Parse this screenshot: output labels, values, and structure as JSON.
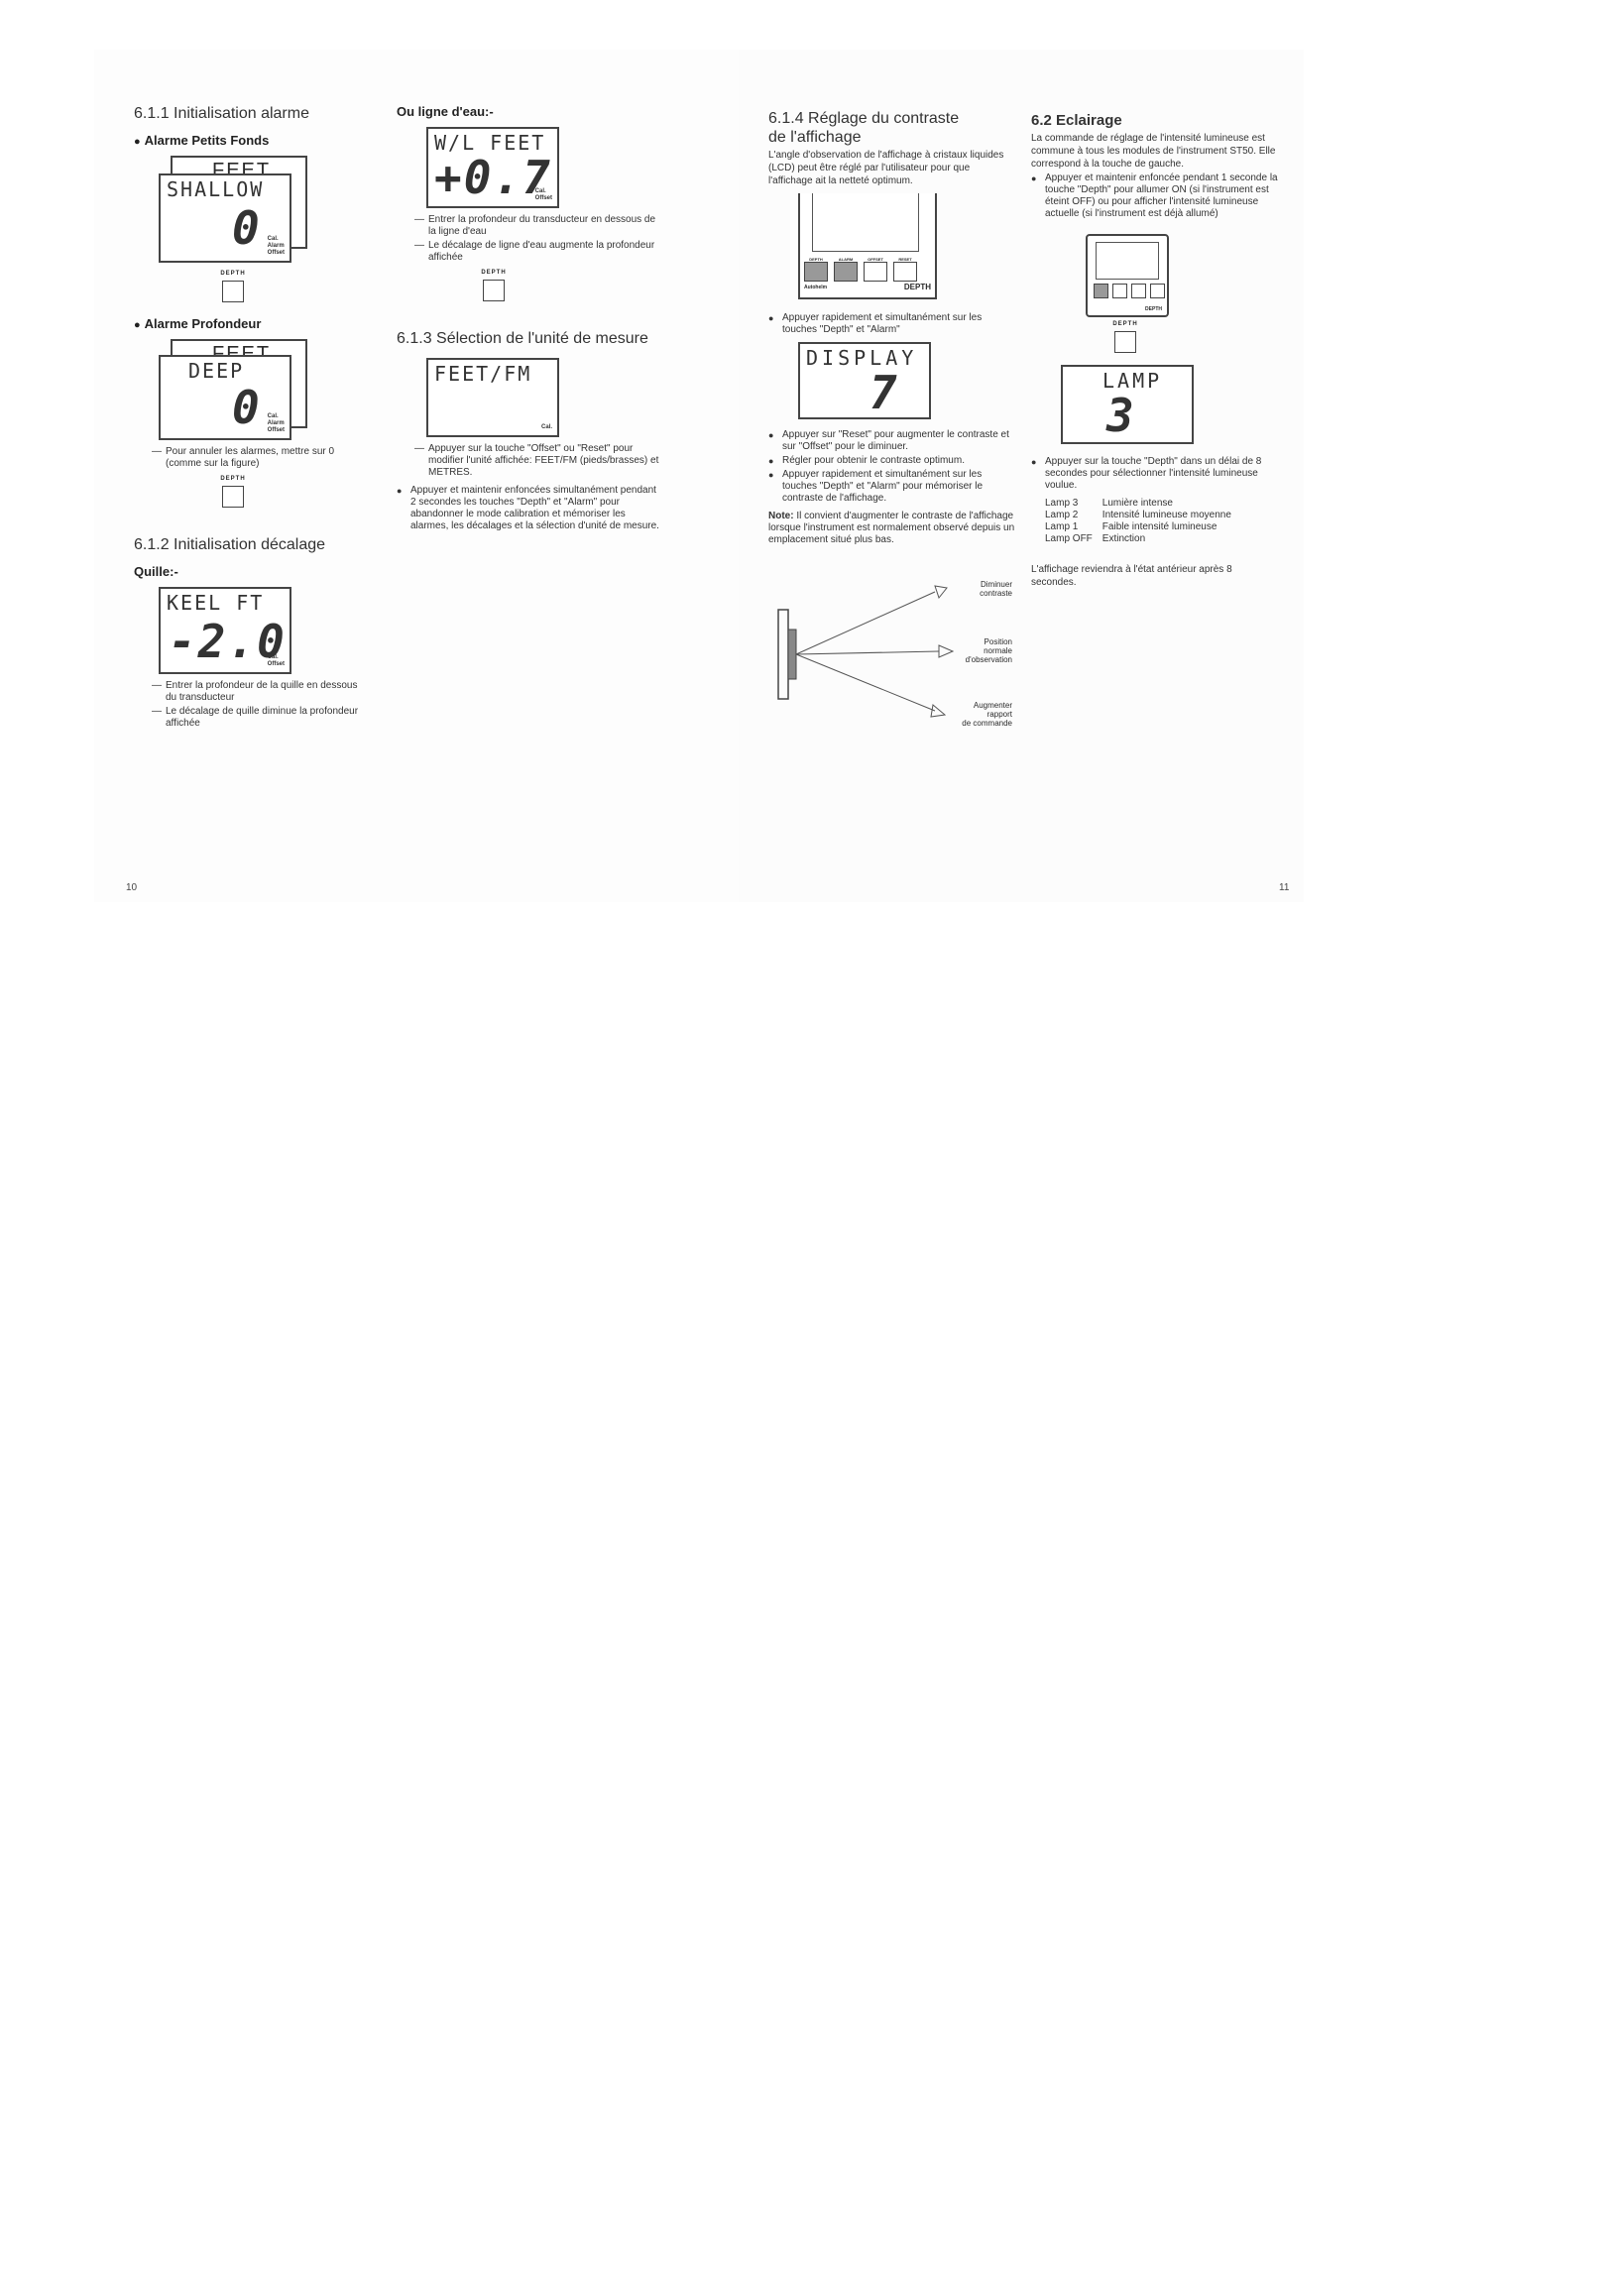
{
  "left_page": {
    "page_number": "10",
    "s611": {
      "title": "6.1.1  Initialisation alarme",
      "shallow_heading": "Alarme Petits Fonds",
      "lcd_shallow": {
        "back": "FEET",
        "top": "SHALLOW",
        "big": "0",
        "small": [
          "Cal.",
          "Alarm",
          "Offset"
        ]
      },
      "key_label": "DEPTH",
      "deep_heading": "Alarme Profondeur",
      "lcd_deep": {
        "back": "FEET",
        "top": "DEEP",
        "big": "0",
        "small": [
          "Cal.",
          "Alarm",
          "Offset"
        ]
      },
      "note": "Pour annuler les alarmes, mettre sur 0 (comme sur la figure)",
      "key_label_2": "DEPTH"
    },
    "s612": {
      "title": "6.1.2  Initialisation décalage",
      "keel_heading": "Quille:-",
      "lcd_keel": {
        "top": "KEEL   FT",
        "big": "-2.0",
        "small": [
          "Cal.",
          "Offset"
        ]
      },
      "notes": [
        "Entrer la profondeur de la quille en dessous du transducteur",
        "Le décalage de quille diminue la profondeur affichée"
      ]
    },
    "waterline": {
      "heading": "Ou ligne d'eau:-",
      "lcd_wl": {
        "top": "W/L  FEET",
        "big": "+0.7",
        "small": [
          "Cal.",
          "Offset"
        ]
      },
      "notes": [
        "Entrer la profondeur du transducteur en dessous de la ligne d'eau",
        "Le décalage de ligne d'eau augmente la profondeur affichée"
      ],
      "key_label": "DEPTH"
    },
    "s613": {
      "title": "6.1.3  Sélection de l'unité de mesure",
      "lcd_units": {
        "top": "FEET/FM",
        "small": [
          "Cal."
        ]
      },
      "notes": [
        "Appuyer sur la touche \"Offset\" ou \"Reset\" pour modifier l'unité affichée: FEET/FM (pieds/brasses) et METRES."
      ],
      "bullet": "Appuyer et maintenir enfoncées simultanément pendant 2 secondes les touches \"Depth\" et \"Alarm\" pour abandonner le mode calibration et mémoriser les alarmes, les décalages et la sélection d'unité de mesure."
    }
  },
  "right_page": {
    "page_number": "11",
    "s614": {
      "title_line1": "6.1.4  Réglage du contraste",
      "title_line2": "de l'affichage",
      "intro": "L'angle d'observation de l'affichage à cristaux liquides (LCD) peut être réglé par l'utilisateur pour que l'affichage ait la netteté optimum.",
      "instrument_buttons": [
        "DEPTH",
        "ALARM",
        "OFFSET",
        "RESET"
      ],
      "instrument_brand": "Autohelm",
      "instrument_name": "DEPTH",
      "bullet1": "Appuyer rapidement et simultanément sur les touches \"Depth\" et \"Alarm\"",
      "lcd_display": {
        "top": "DISPLAY",
        "big": "7"
      },
      "bullets": [
        "Appuyer sur \"Reset\" pour augmenter le contraste et sur \"Offset\" pour le diminuer.",
        "Régler pour obtenir le contraste optimum.",
        "Appuyer rapidement et simultanément sur les touches \"Depth\" et \"Alarm\" pour mémoriser le contraste de l'affichage."
      ],
      "note_label": "Note:",
      "note": "Il convient d'augmenter le contraste de l'affichage lorsque l'instrument est normalement observé depuis un emplacement situé plus bas.",
      "diagram_labels": {
        "top": [
          "Diminuer",
          "contraste"
        ],
        "middle": [
          "Position",
          "normale",
          "d'observation"
        ],
        "bottom": [
          "Augmenter",
          "rapport",
          "de commande"
        ]
      }
    },
    "s62": {
      "title": "6.2  Eclairage",
      "intro": "La commande de réglage de l'intensité lumineuse est commune à tous les modules de l'instrument ST50. Elle correspond à la touche de gauche.",
      "bullet1": "Appuyer et maintenir enfoncée pendant 1 seconde la touche \"Depth\" pour allumer ON (si l'instrument est éteint OFF) ou pour afficher l'intensité lumineuse actuelle (si l'instrument est déjà allumé)",
      "instrument_name": "DEPTH",
      "key_label": "DEPTH",
      "lcd_lamp": {
        "top": "LAMP",
        "big": "3"
      },
      "bullet2": "Appuyer sur la touche \"Depth\" dans un délai de 8 secondes pour sélectionner l'intensité lumineuse voulue.",
      "lamp_table": [
        {
          "level": "Lamp 3",
          "desc": "Lumière intense"
        },
        {
          "level": "Lamp 2",
          "desc": "Intensité lumineuse moyenne"
        },
        {
          "level": "Lamp 1",
          "desc": "Faible intensité lumineuse"
        },
        {
          "level": "Lamp OFF",
          "desc": "Extinction"
        }
      ],
      "footer": "L'affichage reviendra à l'état antérieur après 8 secondes."
    }
  }
}
